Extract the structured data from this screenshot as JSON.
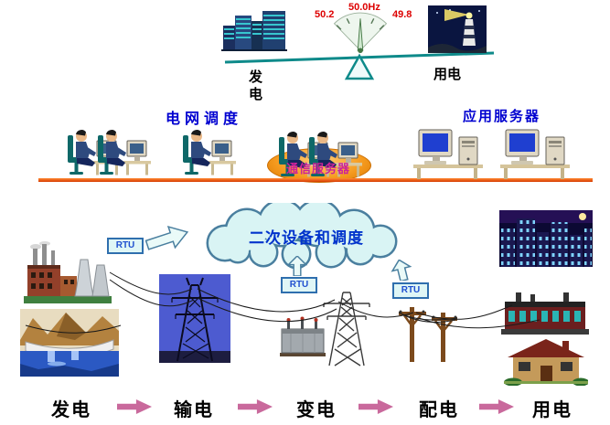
{
  "balance": {
    "generation_label": "发电",
    "consumption_label": "用电",
    "meter": {
      "low": "50.2",
      "mid": "50.0Hz",
      "high": "49.8"
    }
  },
  "control": {
    "grid_dispatch_label": "电网调度",
    "comm_server_label": "通信服务器",
    "app_server_label": "应用服务器"
  },
  "scada": {
    "cloud_label": "二次设备和调度",
    "rtu_label": "RTU"
  },
  "flow": {
    "stages": [
      "发电",
      "输电",
      "变电",
      "配电",
      "用电"
    ]
  },
  "colors": {
    "bus_line": "#e25822",
    "label_blue": "#0000d0",
    "comm_label_magenta": "#cc2299",
    "meter_red": "#dd0000",
    "cloud_text_blue": "#0033cc",
    "flow_arrow_pink": "#c9699c",
    "cloud_fill": "#d9f4f4"
  }
}
